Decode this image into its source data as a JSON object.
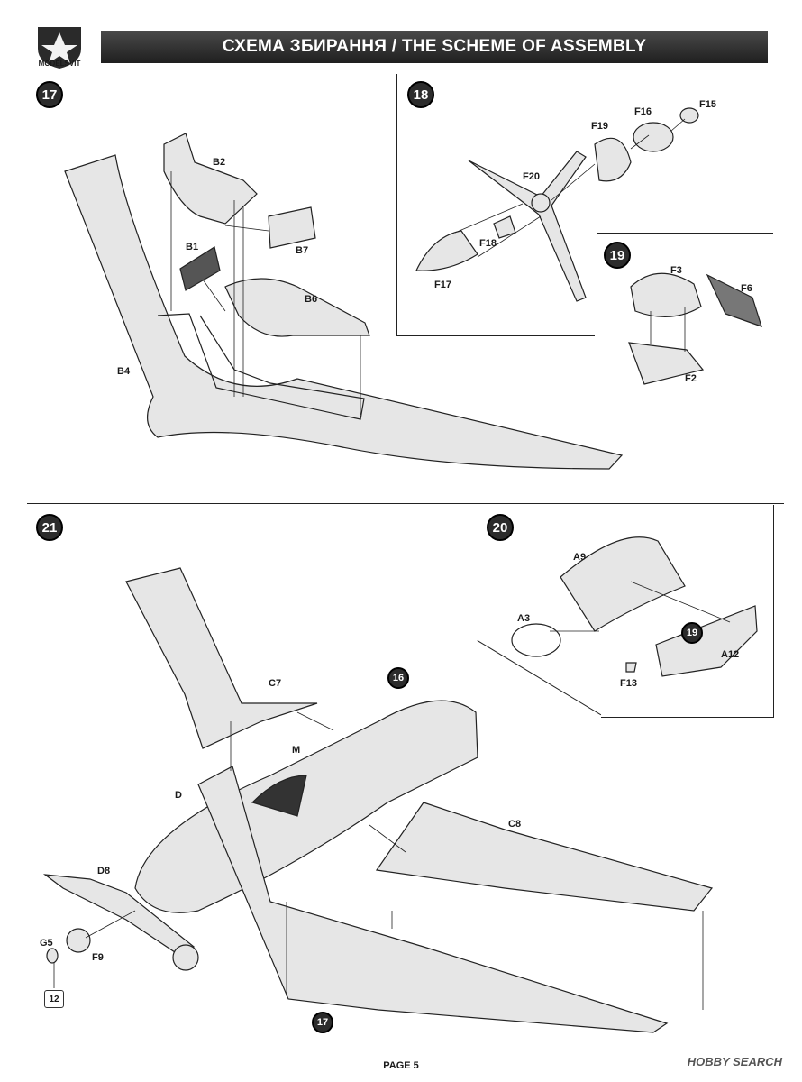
{
  "header": {
    "title": "СХЕМА ЗБИРАННЯ / THE SCHEME OF ASSEMBLY",
    "logo_text": "MODELSVIT"
  },
  "steps": {
    "s17": "17",
    "s18": "18",
    "s19": "19",
    "s20": "20",
    "s21": "21",
    "ref16": "16",
    "ref17": "17",
    "ref19": "19"
  },
  "labels": {
    "b2": "B2",
    "b7": "B7",
    "b1": "B1",
    "b6": "B6",
    "b4": "B4",
    "f15": "F15",
    "f16": "F16",
    "f19": "F19",
    "f20": "F20",
    "f18": "F18",
    "f17": "F17",
    "f3": "F3",
    "f6": "F6",
    "f2": "F2",
    "a9": "A9",
    "a3": "A3",
    "a12": "A12",
    "f13": "F13",
    "c7": "C7",
    "m": "M",
    "d": "D",
    "c8": "C8",
    "d8": "D8",
    "g5": "G5",
    "f9": "F9",
    "ref12": "12"
  },
  "footer": {
    "page": "PAGE 5",
    "watermark": "HOBBY SEARCH"
  }
}
